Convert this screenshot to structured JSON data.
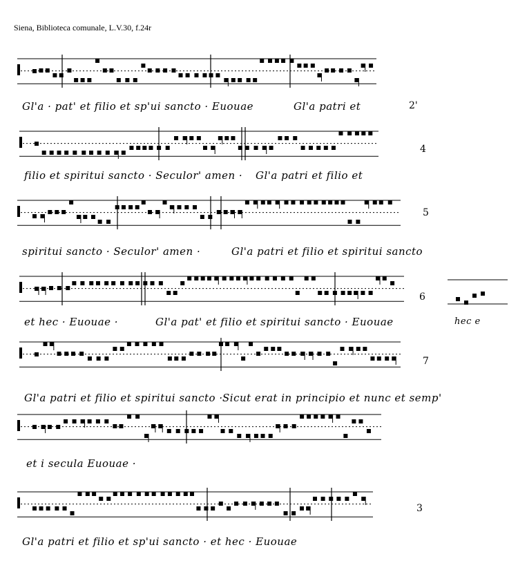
{
  "caption": "Siena, Biblioteca comunale, L.V.30, f.24r",
  "systems": [
    {
      "lyrics": [
        "Gl'a · pat' et filio et sp'ui sancto · Euouae",
        "Gl'a patri et"
      ],
      "margin": "2'"
    },
    {
      "lyrics": [
        "filio et spiritui sancto · Seculor' amen ·",
        "Gl'a patri et filio et"
      ],
      "margin": "4"
    },
    {
      "lyrics": [
        "spiritui sancto · Seculor' amen ·",
        "Gl'a patri et filio et spiritui sancto"
      ],
      "margin": "5"
    },
    {
      "lyrics": [
        "et hec · Euouae ·",
        "Gl'a pat' et filio et spiritui sancto · Euouae"
      ],
      "margin": "6",
      "extra": "hec e"
    },
    {
      "lyrics": [
        "Gl'a patri et filio et spiritui sancto ·",
        "Sicut erat in principio et nunc et semp'"
      ],
      "margin": "7"
    },
    {
      "lyrics": [
        "et i secula Euouae ·"
      ],
      "margin": ""
    },
    {
      "lyrics": [
        "Gl'a patri et filio et sp'ui sancto · et hec · Euouae"
      ],
      "margin": "3"
    }
  ]
}
